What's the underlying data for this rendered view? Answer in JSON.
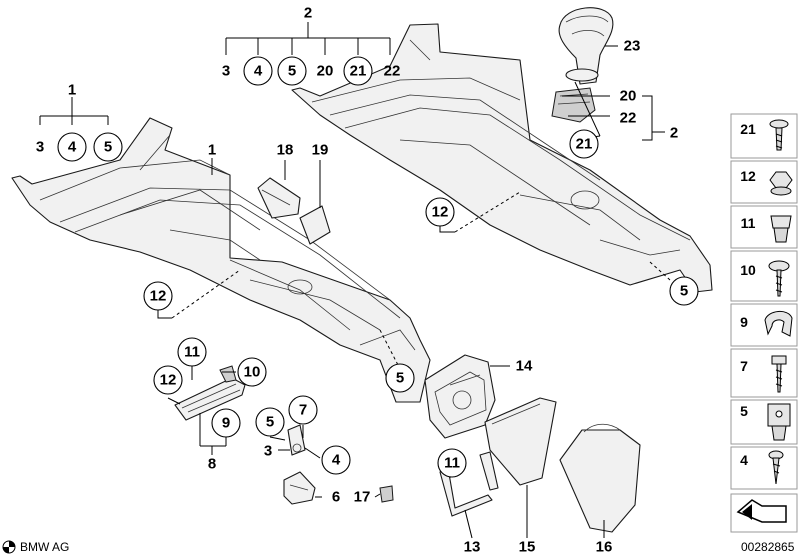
{
  "callouts": {
    "c1_top": "1",
    "c1_mid": "1",
    "c3a": "3",
    "c4a": "4",
    "c5a": "5",
    "c2_top": "2",
    "c3b": "3",
    "c4b": "4",
    "c5b": "5",
    "c20a": "20",
    "c21a": "21",
    "c22a": "22",
    "c23": "23",
    "c20b": "20",
    "c22b": "22",
    "c21b": "21",
    "c2_right": "2",
    "c18": "18",
    "c19": "19",
    "c12a": "12",
    "c12b": "12",
    "c5c": "5",
    "c5d": "5",
    "c14": "14",
    "c11a": "11",
    "c12c": "12",
    "c10a": "10",
    "c9a": "9",
    "c8": "8",
    "c5e": "5",
    "c7a": "7",
    "c3c": "3",
    "c4c": "4",
    "c6": "6",
    "c17": "17",
    "c11b": "11",
    "c13": "13",
    "c15": "15",
    "c16": "16"
  },
  "side_panel": [
    {
      "label": "21",
      "icon": "screw-flange-icon"
    },
    {
      "label": "12",
      "icon": "nut-icon"
    },
    {
      "label": "11",
      "icon": "expanding-nut-icon"
    },
    {
      "label": "10",
      "icon": "screw-washer-icon"
    },
    {
      "label": "9",
      "icon": "clip-icon"
    },
    {
      "label": "7",
      "icon": "screw-icon"
    },
    {
      "label": "5",
      "icon": "spring-nut-icon"
    },
    {
      "label": "4",
      "icon": "tapping-screw-icon"
    }
  ],
  "footer": {
    "brand": "BMW AG",
    "doc_number": "00282865"
  }
}
